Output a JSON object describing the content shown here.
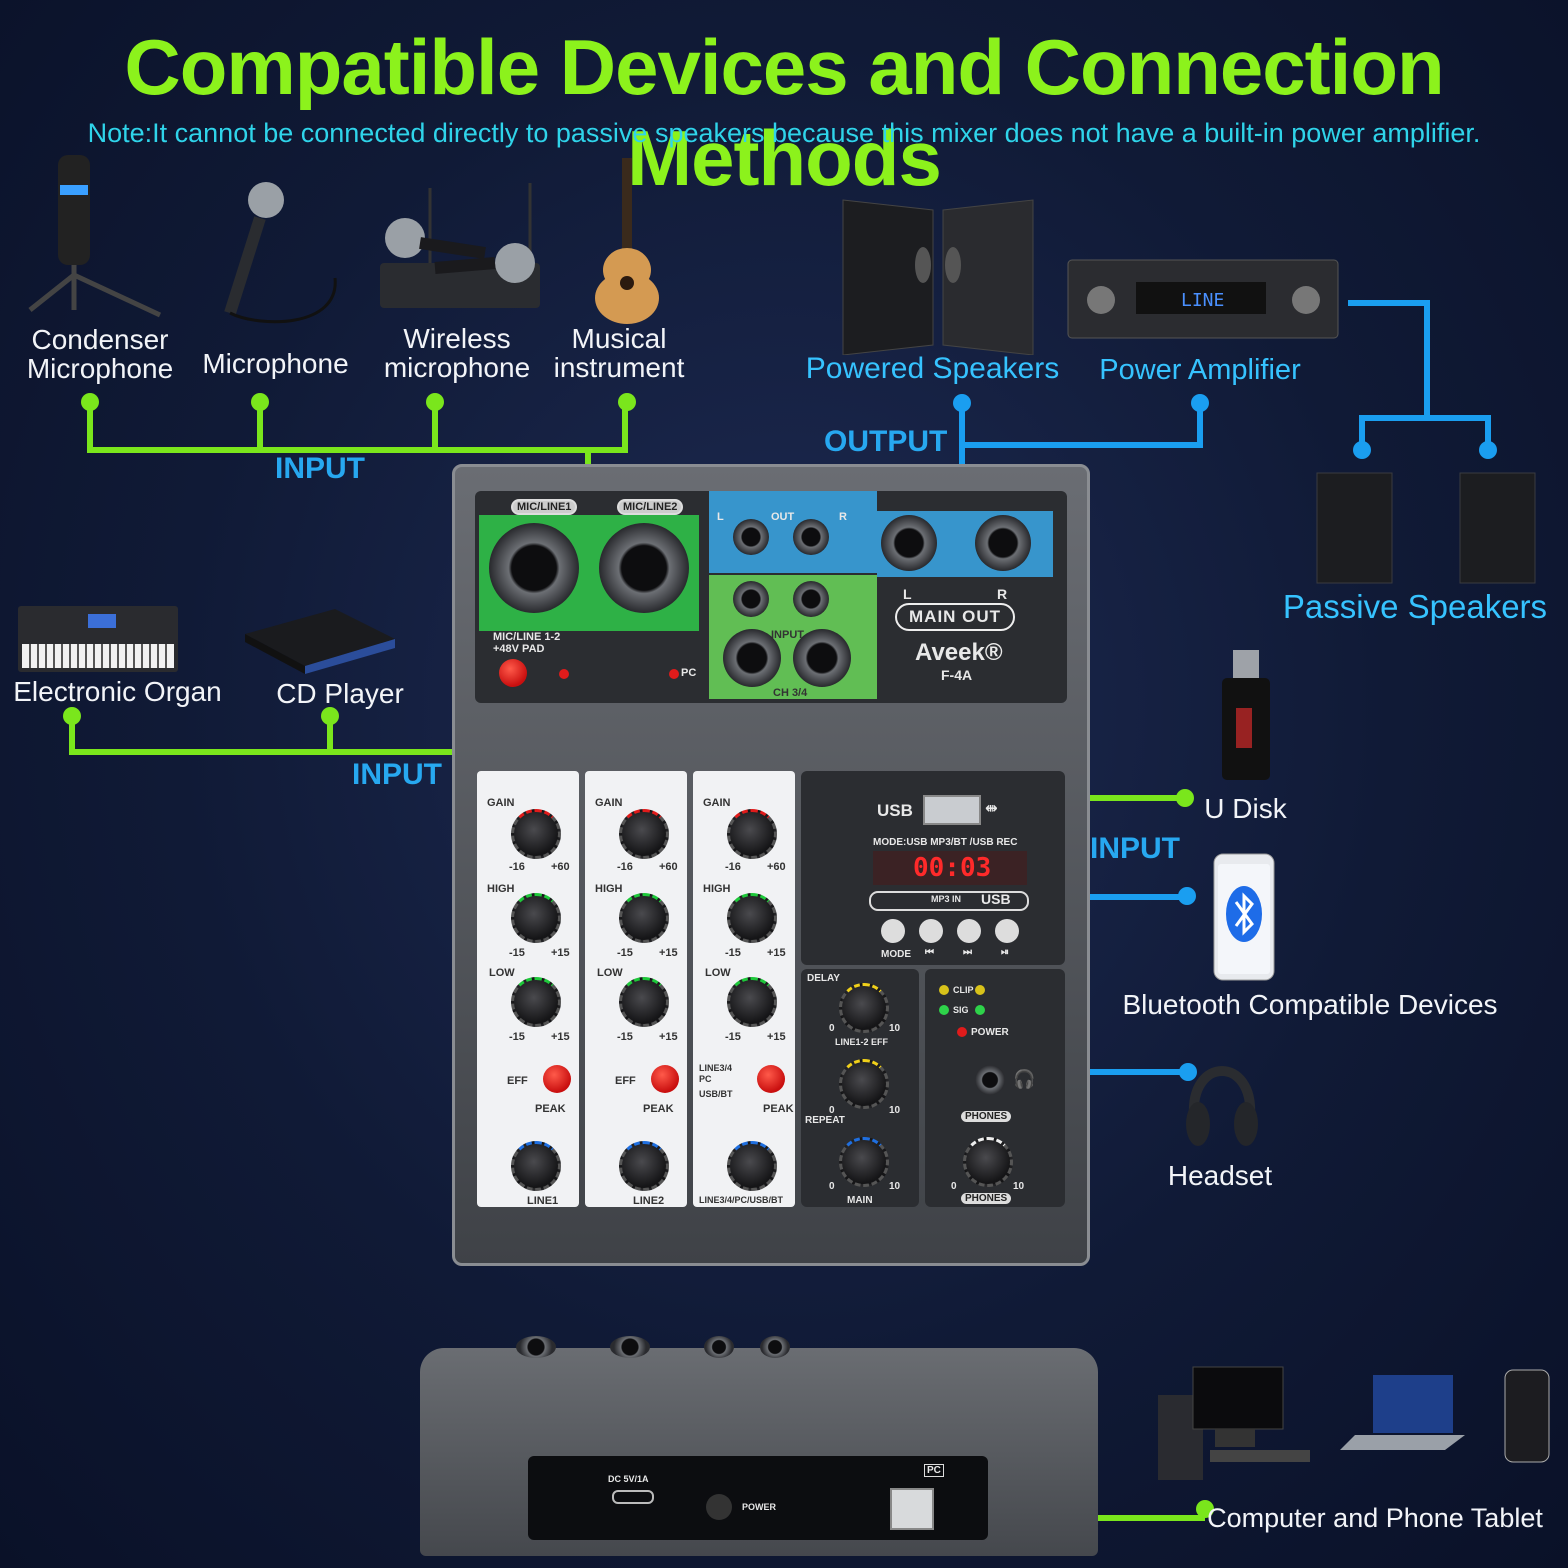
{
  "title": "Compatible Devices and Connection Methods",
  "note": "Note:It cannot be connected directly to passive speakers because this mixer does not have a built-in power amplifier.",
  "sections": {
    "input_top": "INPUT",
    "output": "OUTPUT",
    "input_mid": "INPUT",
    "input_right": "INPUT"
  },
  "devices": {
    "condenser_mic": "Condenser\nMicrophone",
    "microphone": "Microphone",
    "wireless_mic": "Wireless\nmicrophone",
    "instrument": "Musical\ninstrument",
    "powered_speakers": "Powered Speakers",
    "power_amplifier": "Power Amplifier",
    "passive_speakers": "Passive Speakers",
    "electronic_organ": "Electronic Organ",
    "cd_player": "CD Player",
    "u_disk": "U Disk",
    "bluetooth": "Bluetooth Compatible Devices",
    "headset": "Headset",
    "computer": "Computer and Phone Tablet"
  },
  "mixer": {
    "mic_line1": "MIC/LINE1",
    "mic_line2": "MIC/LINE2",
    "mic_line_pad": "MIC/LINE 1-2\n+48V PAD",
    "pc": "PC",
    "out": "OUT",
    "input": "INPUT",
    "ch34": "CH 3/4",
    "left": "L",
    "right": "R",
    "main_out": "MAIN OUT",
    "brand": "Aveek®",
    "model": "F-4A",
    "usb": "USB",
    "mode_text": "MODE:USB MP3/BT /USB REC",
    "display": "00:03",
    "mp3_in": "MP3 IN",
    "usb_badge": "USB",
    "mode": "MODE",
    "gain": "GAIN",
    "high": "HIGH",
    "low": "LOW",
    "eff": "EFF",
    "peak": "PEAK",
    "gain_range_lo": "-16",
    "gain_range_hi": "+60",
    "eq_lo": "-15",
    "eq_hi": "+15",
    "zero": "0",
    "ten": "10",
    "line1": "LINE1",
    "line2": "LINE2",
    "line34": "LINE3/4/PC/USB/BT",
    "line34_pc": "LINE3/4\nPC",
    "usb_bt": "USB/BT",
    "delay": "DELAY",
    "line12_eff": "LINE1-2 EFF",
    "repeat": "REPEAT",
    "main": "MAIN",
    "clip": "CLIP",
    "sig": "SIG",
    "power": "POWER",
    "phones": "PHONES",
    "dc": "DC 5V/1A",
    "power_back": "POWER",
    "pc_back": "PC"
  }
}
